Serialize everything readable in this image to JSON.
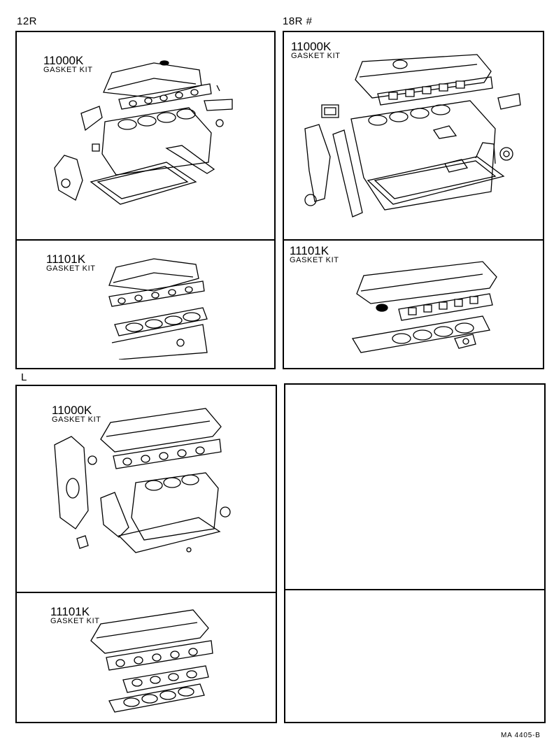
{
  "sections": [
    {
      "label": "12R",
      "kits": [
        {
          "part_number": "11000K",
          "description": "GASKET KIT",
          "illustration": "full-engine-gasket-set"
        },
        {
          "part_number": "11101K",
          "description": "GASKET KIT",
          "illustration": "head-gasket-set"
        }
      ]
    },
    {
      "label": "18R #",
      "kits": [
        {
          "part_number": "11000K",
          "description": "GASKET KIT",
          "illustration": "full-engine-gasket-set"
        },
        {
          "part_number": "11101K",
          "description": "GASKET KIT",
          "illustration": "head-gasket-set"
        }
      ]
    },
    {
      "label": "L",
      "kits": [
        {
          "part_number": "11000K",
          "description": "GASKET KIT",
          "illustration": "full-engine-gasket-set"
        },
        {
          "part_number": "11101K",
          "description": "GASKET KIT",
          "illustration": "head-gasket-set"
        }
      ]
    }
  ],
  "footer": {
    "code": "MA 4405-B"
  }
}
